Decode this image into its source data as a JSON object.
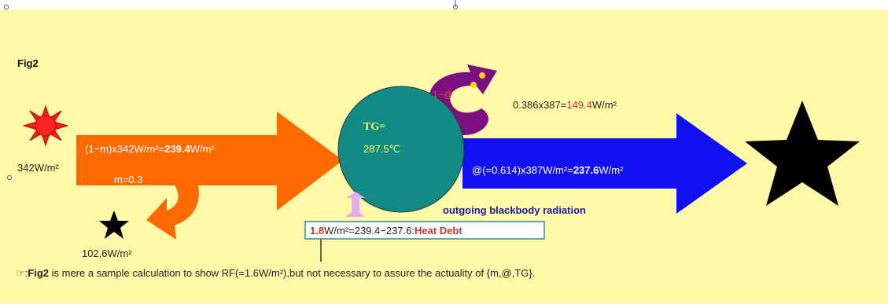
{
  "figure": {
    "title": "Fig2",
    "sun_flux": "342W/m²",
    "albedo_label": "m=0.3",
    "absorbed_prefix": "(1−m)x342W/m²=",
    "absorbed_value": "239.4",
    "absorbed_unit": "W/m²",
    "reflected": "102,6W/m²",
    "earth_temp_symbol": "TG=",
    "earth_temp_value": "287.5℃",
    "atmo_symbol": "1−@",
    "back_radiation_prefix": "0.386x387=",
    "back_radiation_value": "149.4",
    "back_radiation_unit": "W/m²",
    "outgoing_prefix": "@(=0.614)x387W/m²=",
    "outgoing_value": "237.6",
    "outgoing_unit": "W/m²",
    "outgoing_caption": "outgoing blackbody radiation",
    "debt_value": "1.8",
    "debt_unit": "W/m²=239.4−237.6:",
    "debt_label": "Heat Debt",
    "note_icon": "☞:",
    "note_bold": "Fig2",
    "note_text": " is mere a sample calculation to show RF(=1.6W/m²),but not necessary to assure the actuality of {m,@,TG}."
  },
  "colors": {
    "background": "#fff9a8",
    "orange": "#ff6a00",
    "blue": "#1010f0",
    "teal": "#138a84",
    "purple": "#7d0f80",
    "red_text": "#c0392b",
    "navy_text": "#1a1a9c",
    "lilac": "#e6a8f0"
  }
}
